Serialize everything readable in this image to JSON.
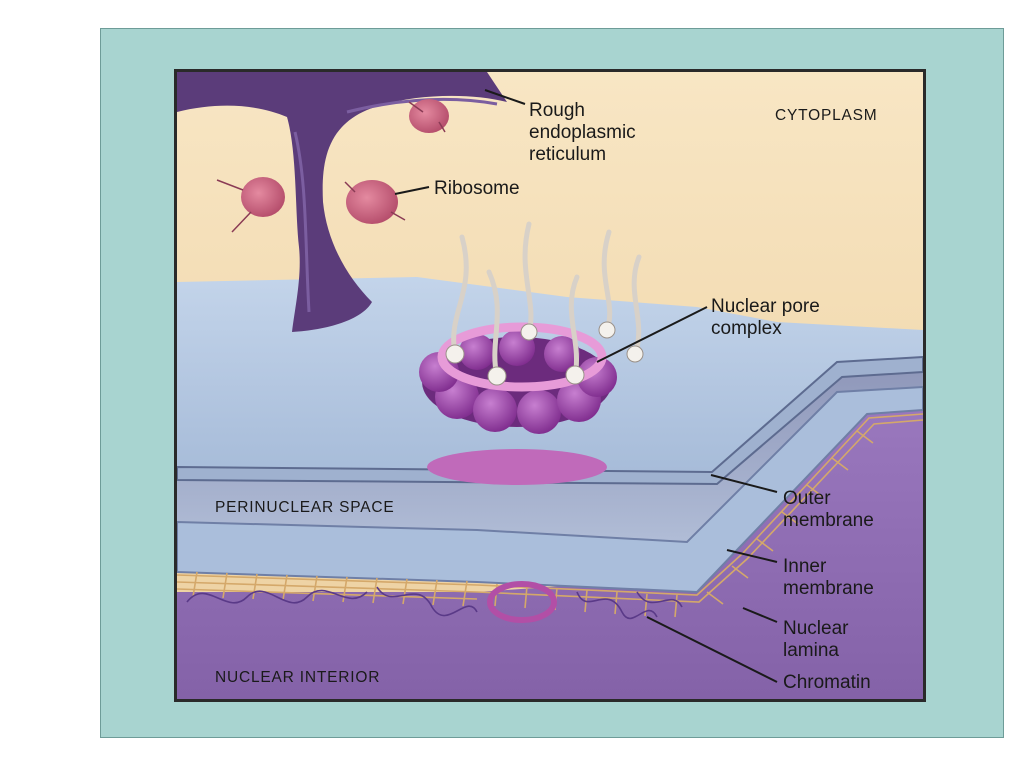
{
  "diagram": {
    "labels": {
      "rough_er": [
        "Rough",
        "endoplasmic",
        "reticulum"
      ],
      "ribosome": "Ribosome",
      "cytoplasm": "Cytoplasm",
      "nuclear_pore_complex": [
        "Nuclear pore",
        "complex"
      ],
      "perinuclear_space": "Perinuclear space",
      "outer_membrane": [
        "Outer",
        "membrane"
      ],
      "inner_membrane": [
        "Inner",
        "membrane"
      ],
      "nuclear_lamina": [
        "Nuclear",
        "lamina"
      ],
      "chromatin": "Chromatin",
      "nuclear_interior": "Nuclear interior"
    },
    "colors": {
      "cytoplasm": "#f3d9ae",
      "membrane": "#b9cbe4",
      "pore": "#9b3fa6",
      "er": "#5a3a78",
      "ribosome": "#c9607c",
      "lamina": "#c9a070",
      "nuclear_interior": "#8e68b0",
      "frame": "#a8d4d0"
    }
  }
}
